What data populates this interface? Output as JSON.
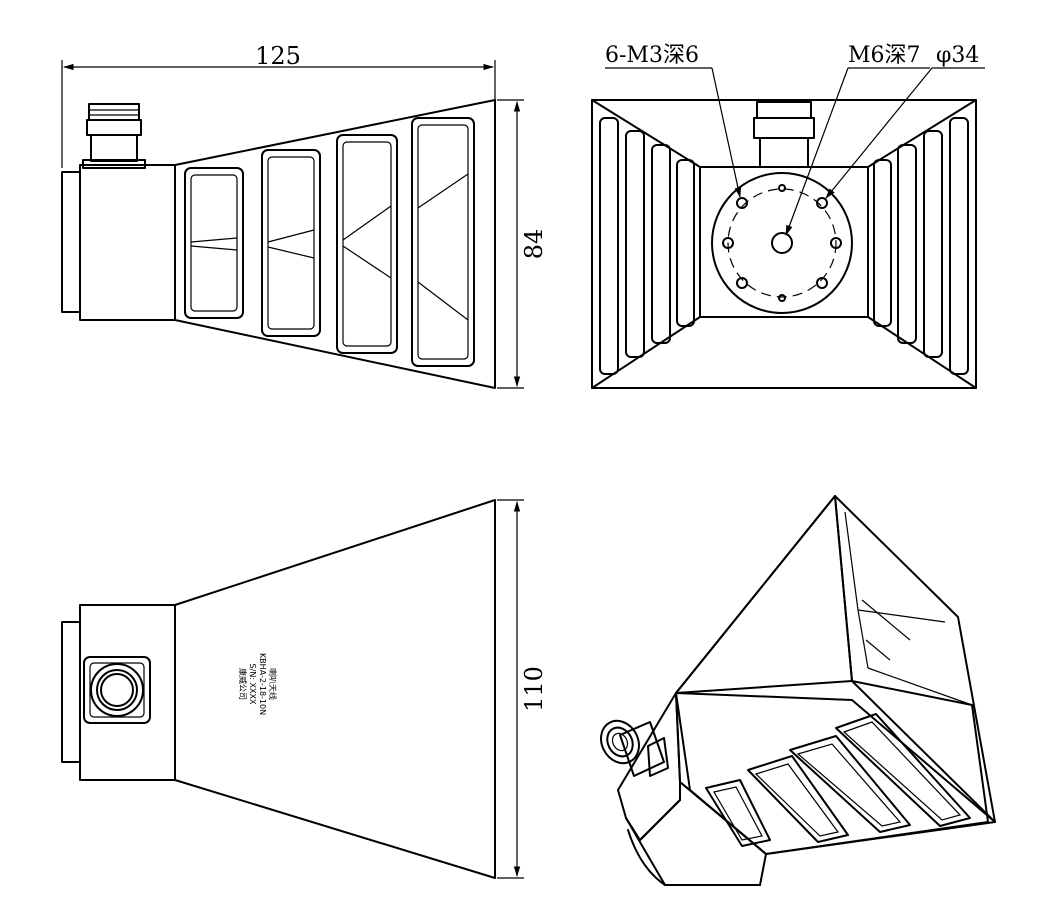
{
  "dimensions": {
    "length": "125",
    "aperture_short": "84",
    "aperture_long": "110"
  },
  "callouts": {
    "mount_holes": "6-M3深6",
    "center_hole": "M6深7",
    "bolt_circle": "φ34"
  },
  "nameplate": {
    "line1": "喇叭天线",
    "line2": "KBHA-2-18-10N",
    "line3": "S/N: XXXX",
    "line4": "康威公司"
  },
  "colors": {
    "line": "#000000",
    "background": "#ffffff"
  }
}
